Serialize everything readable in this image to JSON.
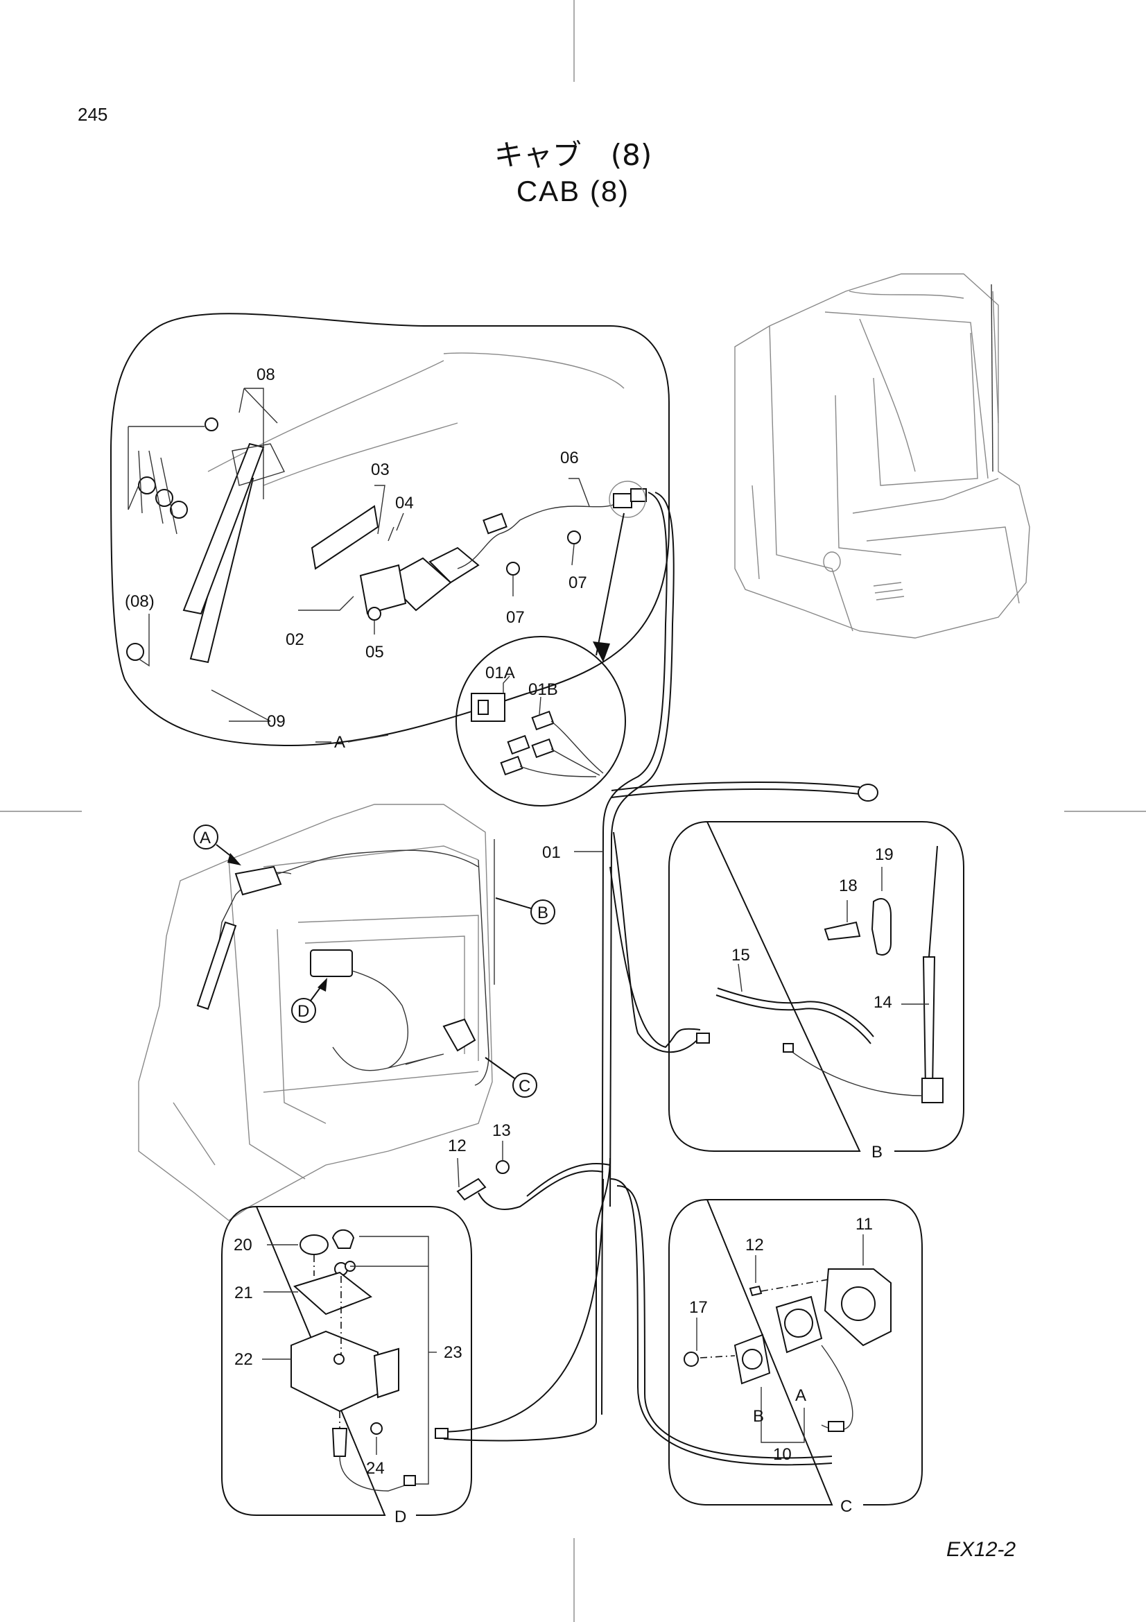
{
  "page_number": "245",
  "title_jp": "キャブ　(8)",
  "title_en": "CAB  (8)",
  "diagram_code": "EX12-2",
  "callouts": {
    "p08": "08",
    "p08b": "(08)",
    "p03": "03",
    "p04": "04",
    "p06": "06",
    "p07a": "07",
    "p07b": "07",
    "p02": "02",
    "p05": "05",
    "p09": "09",
    "p01a": "01A",
    "p01b": "01B",
    "p01": "01",
    "p19": "19",
    "p18": "18",
    "p15": "15",
    "p14": "14",
    "p13": "13",
    "p12a": "12",
    "p12b": "12",
    "p11": "11",
    "p17": "17",
    "p10": "10",
    "p20": "20",
    "p21": "21",
    "p22": "22",
    "p23": "23",
    "p24": "24"
  },
  "detail_labels": {
    "A": "A",
    "B": "B",
    "C": "C",
    "D": "D",
    "sub_A": "A",
    "sub_B": "B"
  },
  "circle_refs": {
    "A": "A",
    "B": "B",
    "C": "C",
    "D": "D"
  }
}
